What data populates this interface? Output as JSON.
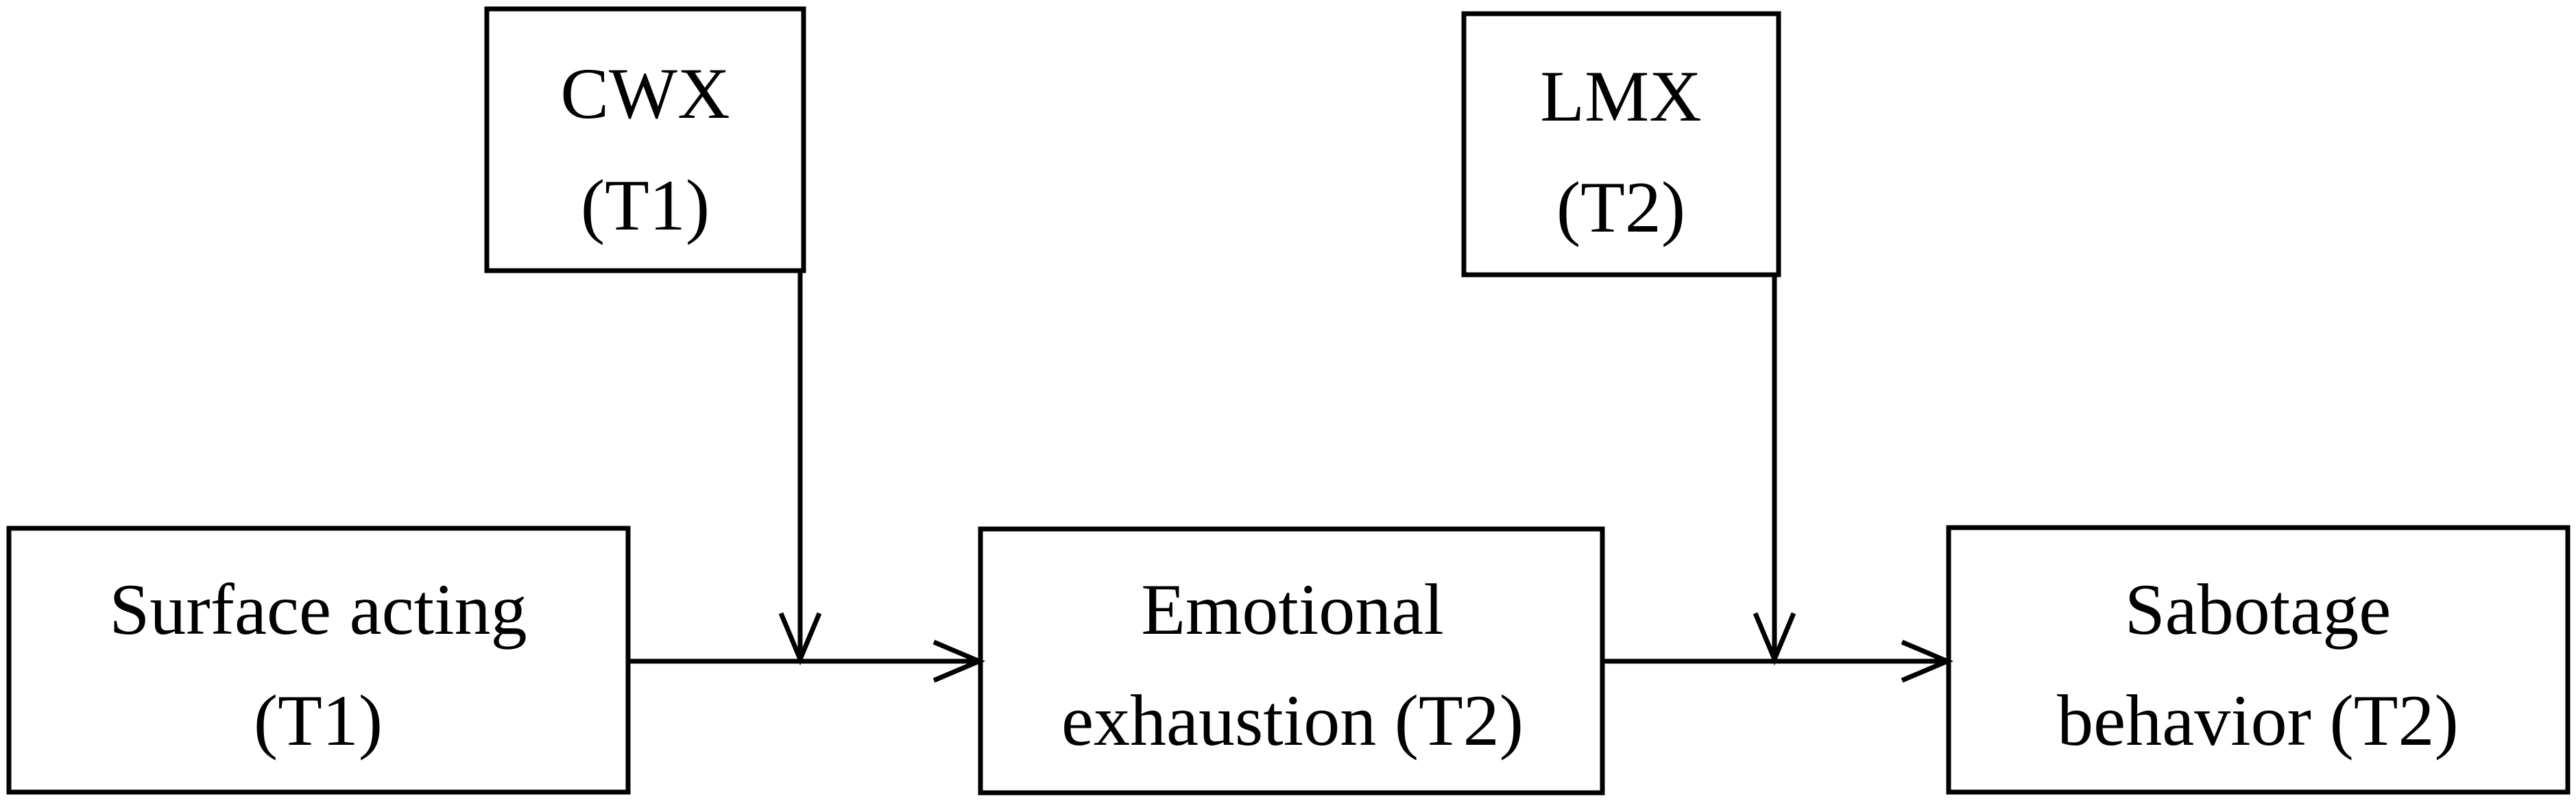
{
  "nodes": {
    "cwx": {
      "line1": "CWX",
      "line2": "(T1)"
    },
    "lmx": {
      "line1": "LMX",
      "line2": "(T2)"
    },
    "surface_acting": {
      "line1": "Surface acting",
      "line2": "(T1)"
    },
    "emotional_exhaustion": {
      "line1": "Emotional",
      "line2": "exhaustion (T2)"
    },
    "sabotage_behavior": {
      "line1": "Sabotage",
      "line2": "behavior (T2)"
    }
  },
  "edges": [
    {
      "from": "surface_acting",
      "to": "emotional_exhaustion",
      "type": "direct-effect"
    },
    {
      "from": "emotional_exhaustion",
      "to": "sabotage_behavior",
      "type": "direct-effect"
    },
    {
      "from": "cwx",
      "to": "surface_acting->emotional_exhaustion",
      "type": "moderation"
    },
    {
      "from": "lmx",
      "to": "emotional_exhaustion->sabotage_behavior",
      "type": "moderation"
    }
  ]
}
